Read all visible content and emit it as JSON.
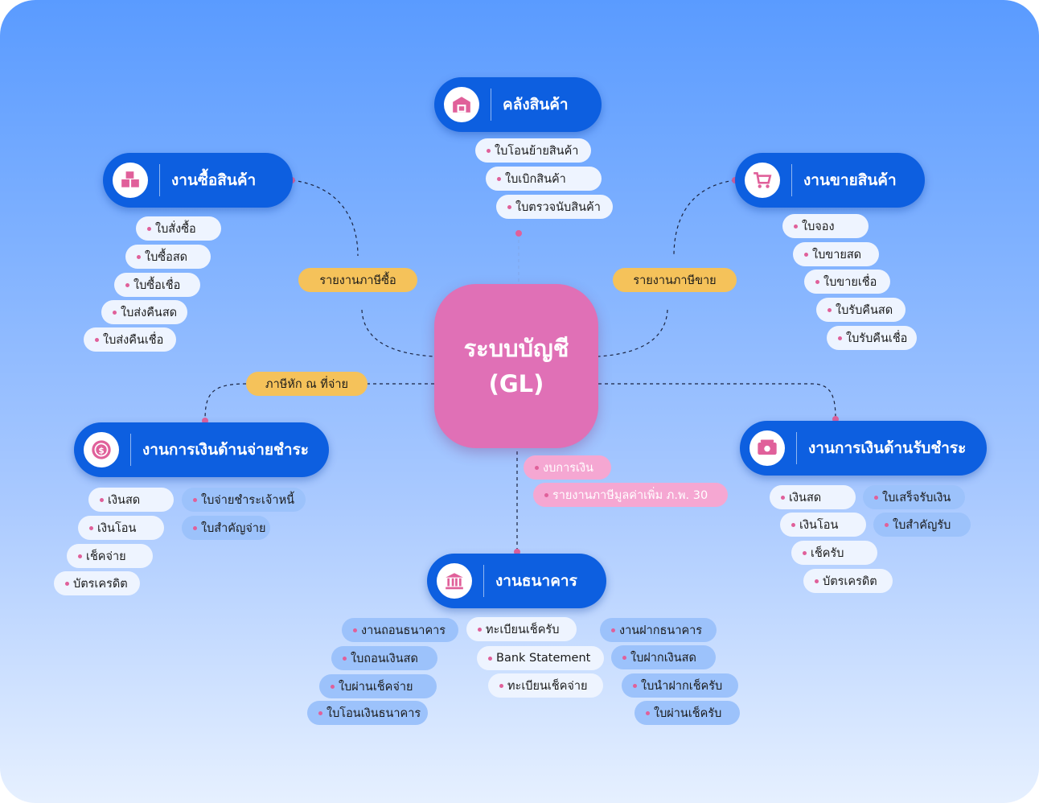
{
  "center": {
    "line1": "ระบบบัญชี",
    "line2": "(GL)"
  },
  "nodes": {
    "warehouse": {
      "title": "คลังสินค้า",
      "icon": "warehouse-icon",
      "items": [
        "ใบโอนย้ายสินค้า",
        "ใบเบิกสินค้า",
        "ใบตรวจนับสินค้า"
      ]
    },
    "purchase": {
      "title": "งานซื้อสินค้า",
      "icon": "boxes-icon",
      "items": [
        "ใบสั่งซื้อ",
        "ใบซื้อสด",
        "ใบซื้อเชื่อ",
        "ใบส่งคืนสด",
        "ใบส่งคืนเชื่อ"
      ]
    },
    "sales": {
      "title": "งานขายสินค้า",
      "icon": "cart-icon",
      "items": [
        "ใบจอง",
        "ใบขายสด",
        "ใบขายเชื่อ",
        "ใบรับคืนสด",
        "ใบรับคืนเชื่อ"
      ]
    },
    "payment": {
      "title": "งานการเงินด้านจ่ายชำระ",
      "icon": "coin-icon",
      "items": [
        "เงินสด",
        "เงินโอน",
        "เช็คจ่าย",
        "บัตรเครดิต"
      ],
      "docs": [
        "ใบจ่ายชำระเจ้าหนี้",
        "ใบสำคัญจ่าย"
      ]
    },
    "receipt": {
      "title": "งานการเงินด้านรับชำระ",
      "icon": "cash-icon",
      "items": [
        "เงินสด",
        "เงินโอน",
        "เช็ครับ",
        "บัตรเครดิต"
      ],
      "docs": [
        "ใบเสร็จรับเงิน",
        "ใบสำคัญรับ"
      ]
    },
    "bank": {
      "title": "งานธนาคาร",
      "icon": "bank-icon",
      "withdraw": [
        "งานถอนธนาคาร",
        "ใบถอนเงินสด",
        "ใบผ่านเช็คจ่าย",
        "ใบโอนเงินธนาคาร"
      ],
      "middle": [
        "ทะเบียนเช็ครับ",
        "Bank Statement",
        "ทะเบียนเช็คจ่าย"
      ],
      "deposit": [
        "งานฝากธนาคาร",
        "ใบฝากเงินสด",
        "ใบนำฝากเช็ครับ",
        "ใบผ่านเช็ครับ"
      ]
    }
  },
  "reports": {
    "purchase_tax": "รายงานภาษีซื้อ",
    "sales_tax": "รายงานภาษีขาย",
    "withholding_tax": "ภาษีหัก ณ ที่จ่าย",
    "budget": "งบการเงิน",
    "vat_report": "รายงานภาษีมูลค่าเพิ่ม ภ.พ. 30"
  },
  "colors": {
    "node": "#0d5fe0",
    "center": "#e070b6",
    "report": "#f5c25a",
    "item": "#eef4ff",
    "doc": "#9cc2fb",
    "pink_pill": "#f5a7d2"
  }
}
